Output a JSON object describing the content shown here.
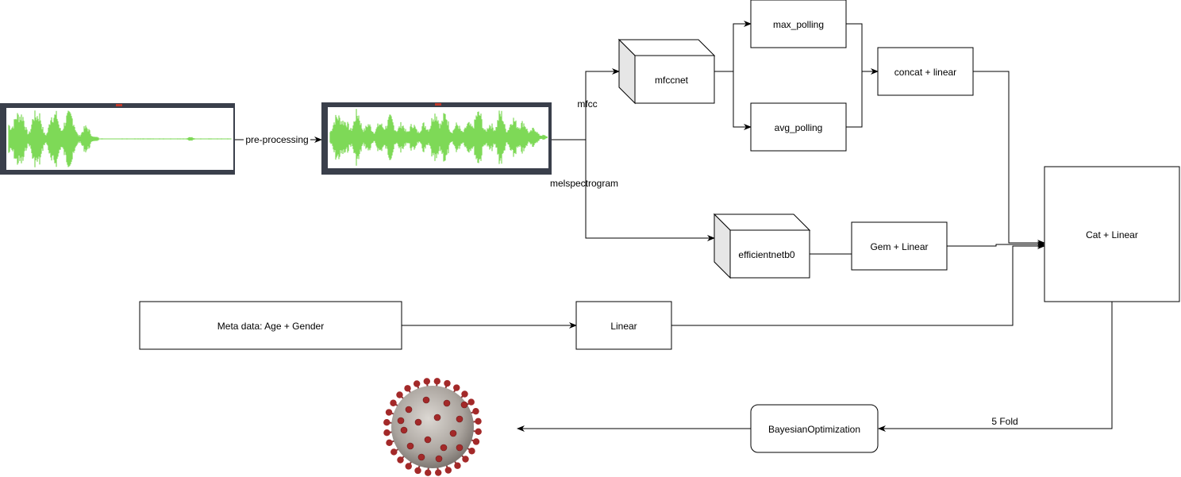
{
  "nodes": {
    "max_pool": "max_polling",
    "avg_pool": "avg_polling",
    "concat": "concat + linear",
    "mfccnet": "mfccnet",
    "efficientnet": "efficientnetb0",
    "gem": "Gem + Linear",
    "cat": "Cat + Linear",
    "meta": "Meta data: Age + Gender",
    "linear": "Linear",
    "bayes": "BayesianOptimization"
  },
  "edges": {
    "preprocessing": "pre-processing",
    "mfcc": "mfcc",
    "melspectrogram": "melspectrogram",
    "fold": "5 Fold"
  },
  "colors": {
    "waveform": "#7ed957",
    "waveform_frame": "#3a3f4b",
    "cube_side": "#e6e6e6",
    "virus_core": "#b9b4ae",
    "virus_spike": "#a32929"
  }
}
